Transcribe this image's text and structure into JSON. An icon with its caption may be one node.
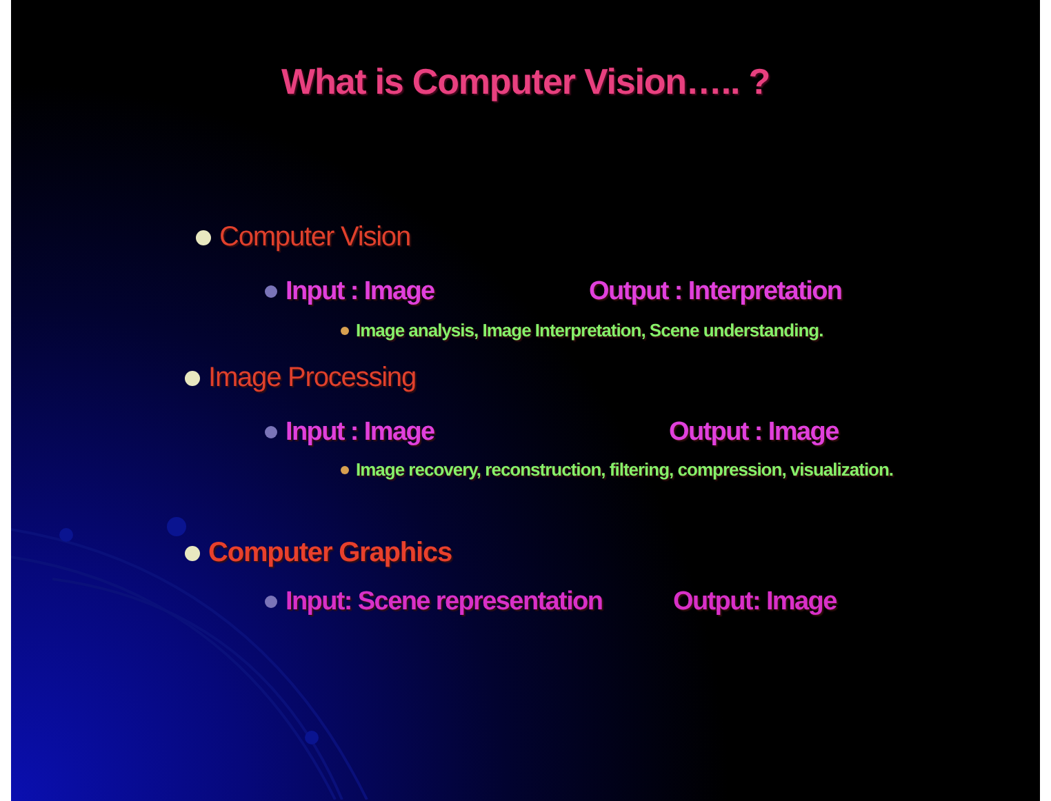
{
  "diagram": {
    "title": "What is Computer Vision….. ?",
    "labels": [
      "Computer Vision",
      "Input : Image",
      "Output : Interpretation",
      "Image analysis, Image Interpretation, Scene understanding.",
      "Image Processing",
      "Input : Image",
      "Output : Image",
      "Image recovery, reconstruction, filtering, compression, visualization.",
      "Computer Graphics",
      "Input: Scene representation",
      "Output: Image"
    ]
  }
}
